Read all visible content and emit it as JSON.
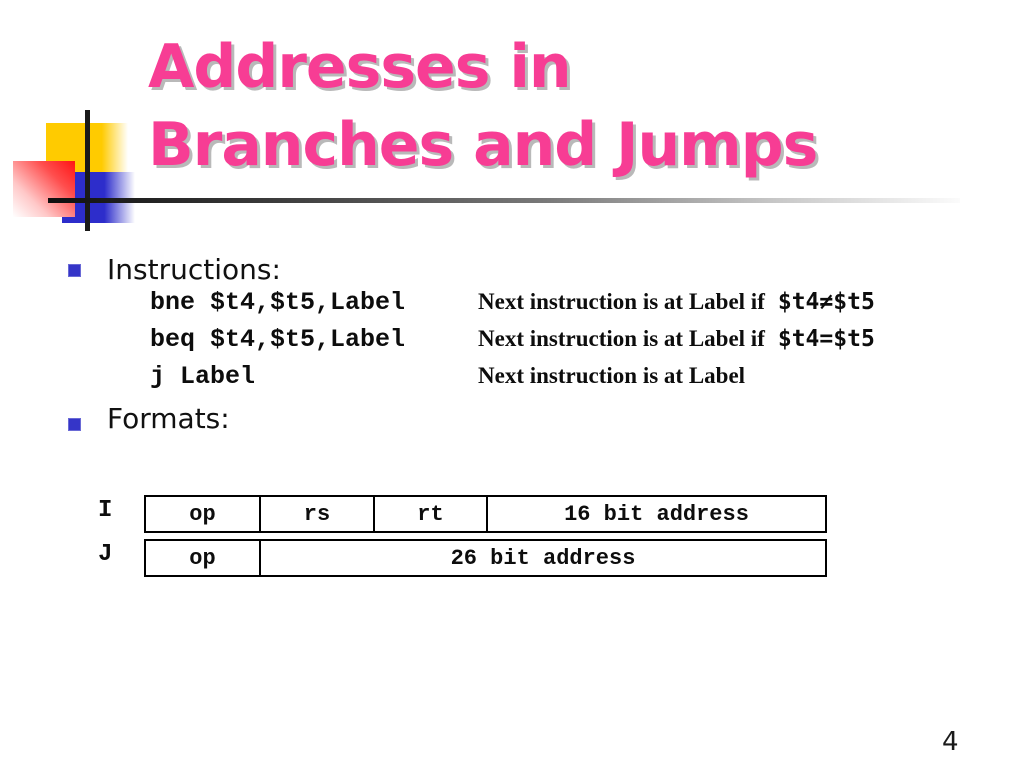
{
  "slide": {
    "title": {
      "line1": "Addresses in",
      "line2": "Branches and Jumps"
    },
    "page_number": "4",
    "colors": {
      "title_pink": "#f73d94",
      "title_shadow_gray": "#808080",
      "bullet_blue": "#3535c8",
      "deco_yellow": "#ffcb00",
      "deco_red": "#ff1414",
      "deco_blue": "#2d2dcb",
      "rule_dark": "#0f0f0f",
      "text_black": "#0d0d0d"
    }
  },
  "content": {
    "instructions": {
      "heading": "Instructions:",
      "rows": [
        {
          "code": "bne $t4,$t5,Label",
          "desc": "Next instruction is at Label if",
          "cond": "$t4≠$t5"
        },
        {
          "code": "beq $t4,$t5,Label",
          "desc": "Next instruction is at Label if",
          "cond": "$t4=$t5"
        },
        {
          "code": "j Label",
          "desc": "Next instruction is at Label",
          "cond": ""
        }
      ]
    },
    "formats": {
      "heading": "Formats:",
      "table": {
        "rows": [
          {
            "label": "I",
            "cells": [
              "op",
              "rs",
              "rt",
              "16 bit address"
            ]
          },
          {
            "label": "J",
            "cells": [
              "op",
              "26 bit address"
            ]
          }
        ]
      }
    }
  }
}
